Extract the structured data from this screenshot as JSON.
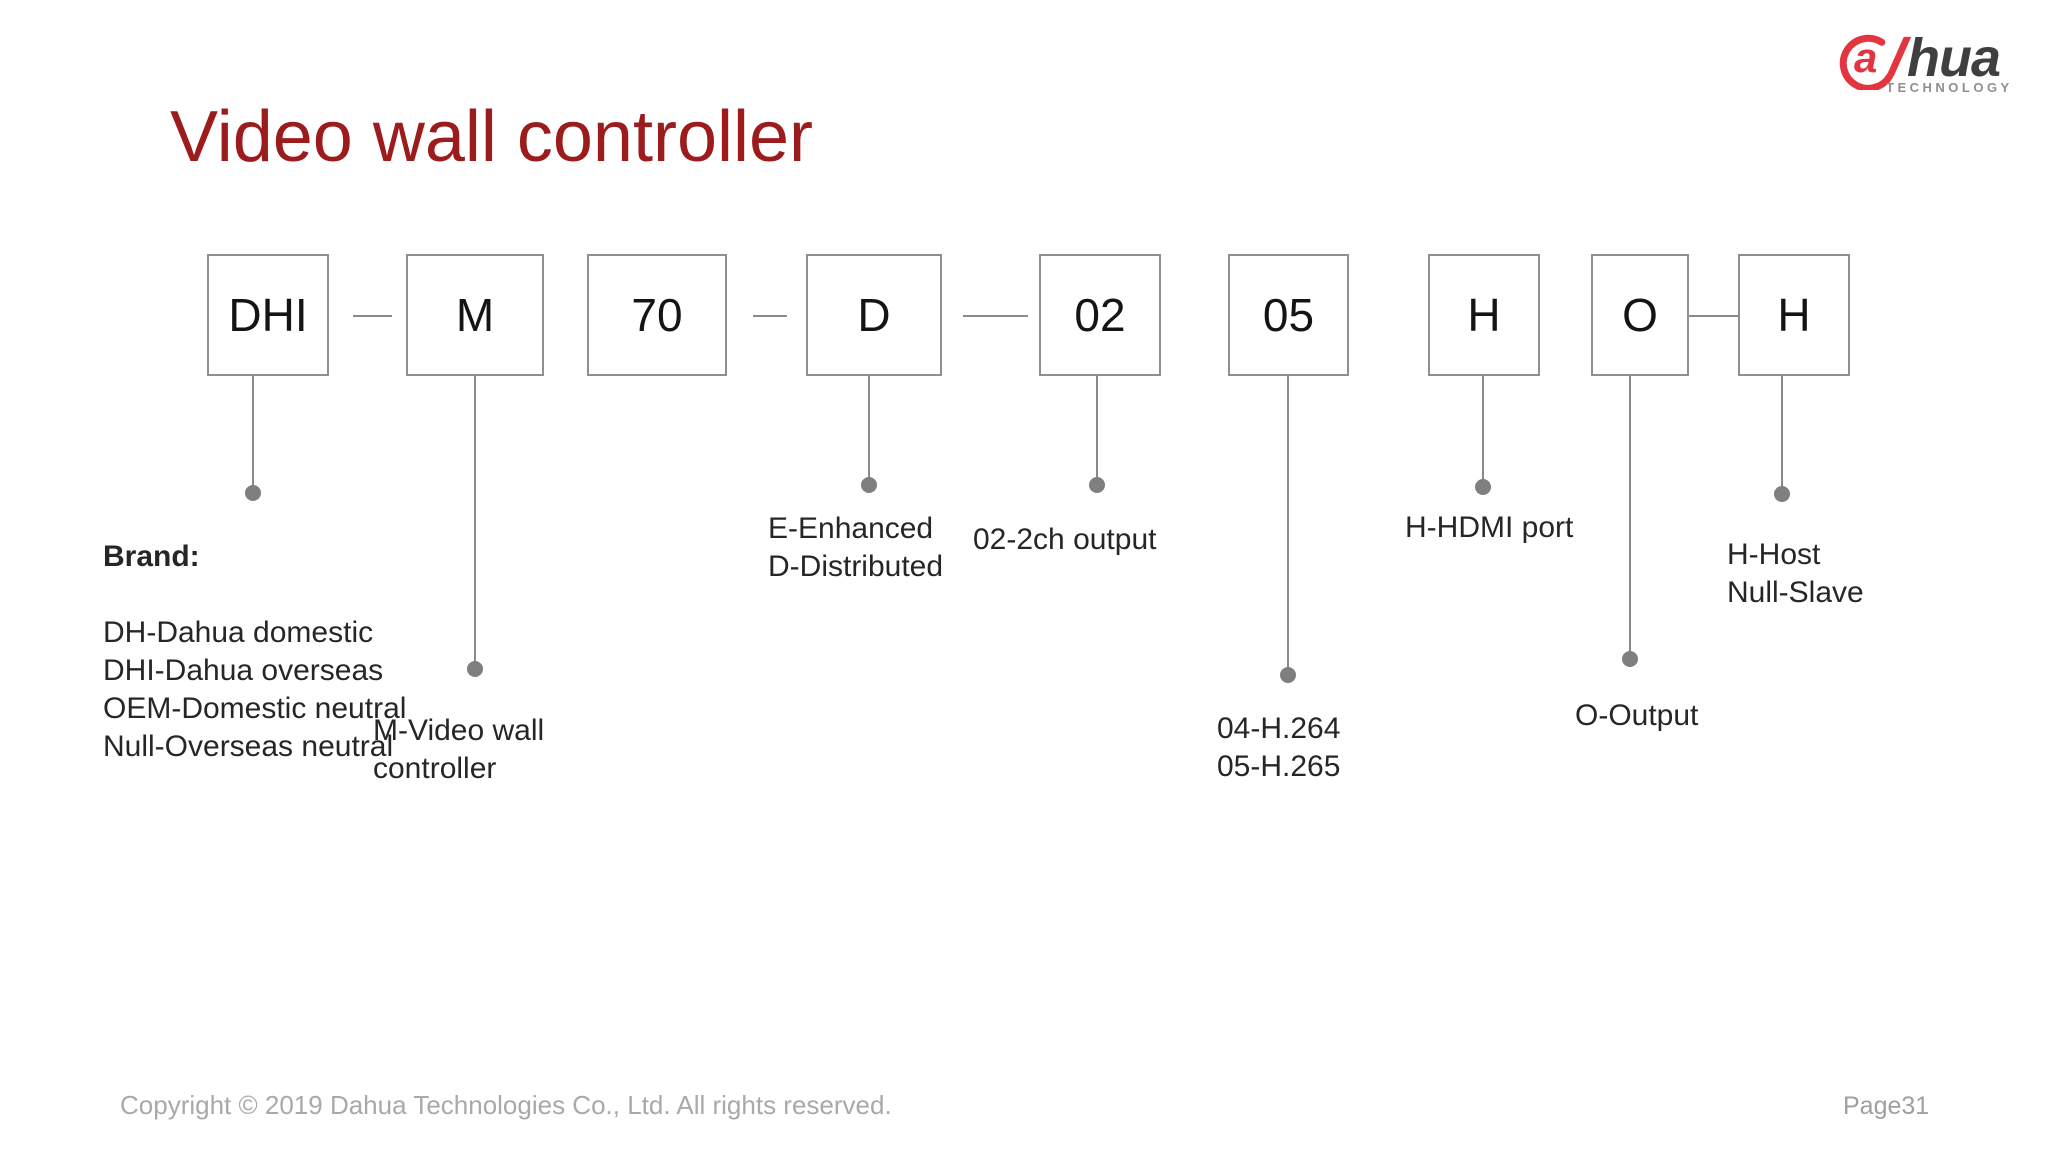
{
  "slide": {
    "title": "Video wall controller",
    "copyright": "Copyright © 2019 Dahua Technologies Co., Ltd. All rights reserved.",
    "page_number": "Page31"
  },
  "logo": {
    "a": "a",
    "l": "l",
    "rest": "hua",
    "tagline": "TECHNOLOGY"
  },
  "colors": {
    "title_red": "#9c1b1c",
    "logo_red": "#e2353f",
    "logo_dark": "#3f3f3f",
    "line_gray": "#8a8a8a",
    "dot_gray": "#7f7f7f",
    "text_dark": "#262626",
    "footer_gray": "#a9a9a9"
  },
  "diagram": {
    "boxes": [
      {
        "code": "DHI"
      },
      {
        "code": "M"
      },
      {
        "code": "70"
      },
      {
        "code": "D"
      },
      {
        "code": "02"
      },
      {
        "code": "05"
      },
      {
        "code": "H"
      },
      {
        "code": "O"
      },
      {
        "code": "H"
      }
    ],
    "annotations": {
      "brand": {
        "heading": "Brand:",
        "lines": [
          "DH-Dahua domestic",
          "DHI-Dahua overseas",
          "OEM-Domestic neutral",
          "Null-Overseas neutral"
        ]
      },
      "m": {
        "lines": [
          "M-Video wall",
          "controller"
        ]
      },
      "d": {
        "lines": [
          "E-Enhanced",
          "D-Distributed"
        ]
      },
      "ch02": {
        "lines": [
          "02-2ch output"
        ]
      },
      "codec": {
        "lines": [
          "04-H.264",
          "05-H.265"
        ]
      },
      "hdmi": {
        "lines": [
          "H-HDMI port"
        ]
      },
      "output": {
        "lines": [
          "O-Output"
        ]
      },
      "host": {
        "lines": [
          "H-Host",
          "Null-Slave"
        ]
      }
    }
  }
}
